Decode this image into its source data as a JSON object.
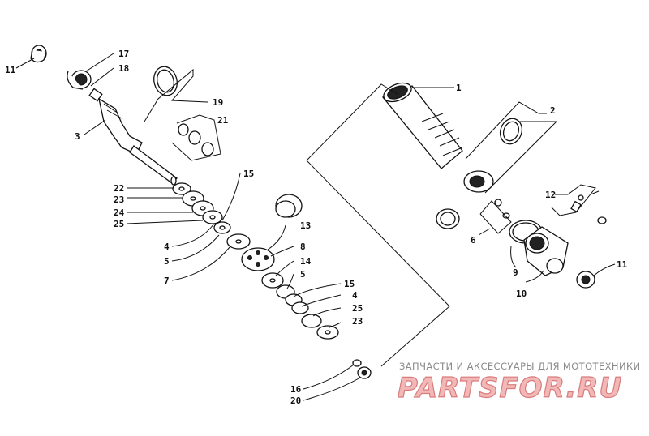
{
  "diagram": {
    "callouts": [
      {
        "id": "c11a",
        "text": "11"
      },
      {
        "id": "c17",
        "text": "17"
      },
      {
        "id": "c18",
        "text": "18"
      },
      {
        "id": "c19",
        "text": "19"
      },
      {
        "id": "c21",
        "text": "21"
      },
      {
        "id": "c3",
        "text": "3"
      },
      {
        "id": "c15a",
        "text": "15"
      },
      {
        "id": "c22",
        "text": "22"
      },
      {
        "id": "c23a",
        "text": "23"
      },
      {
        "id": "c24",
        "text": "24"
      },
      {
        "id": "c25a",
        "text": "25"
      },
      {
        "id": "c4a",
        "text": "4"
      },
      {
        "id": "c5a",
        "text": "5"
      },
      {
        "id": "c7",
        "text": "7"
      },
      {
        "id": "c13",
        "text": "13"
      },
      {
        "id": "c8",
        "text": "8"
      },
      {
        "id": "c14",
        "text": "14"
      },
      {
        "id": "c5b",
        "text": "5"
      },
      {
        "id": "c15b",
        "text": "15"
      },
      {
        "id": "c4b",
        "text": "4"
      },
      {
        "id": "c25b",
        "text": "25"
      },
      {
        "id": "c23b",
        "text": "23"
      },
      {
        "id": "c16",
        "text": "16"
      },
      {
        "id": "c20",
        "text": "20"
      },
      {
        "id": "c1",
        "text": "1"
      },
      {
        "id": "c2",
        "text": "2"
      },
      {
        "id": "c12",
        "text": "12"
      },
      {
        "id": "c6",
        "text": "6"
      },
      {
        "id": "c9",
        "text": "9"
      },
      {
        "id": "c10",
        "text": "10"
      },
      {
        "id": "c11b",
        "text": "11"
      }
    ]
  },
  "watermark": {
    "caption": "ЗАПЧАСТИ И АКСЕССУАРЫ ДЛЯ МОТОТЕХНИКИ",
    "logo": "PARTSFOR.RU"
  }
}
